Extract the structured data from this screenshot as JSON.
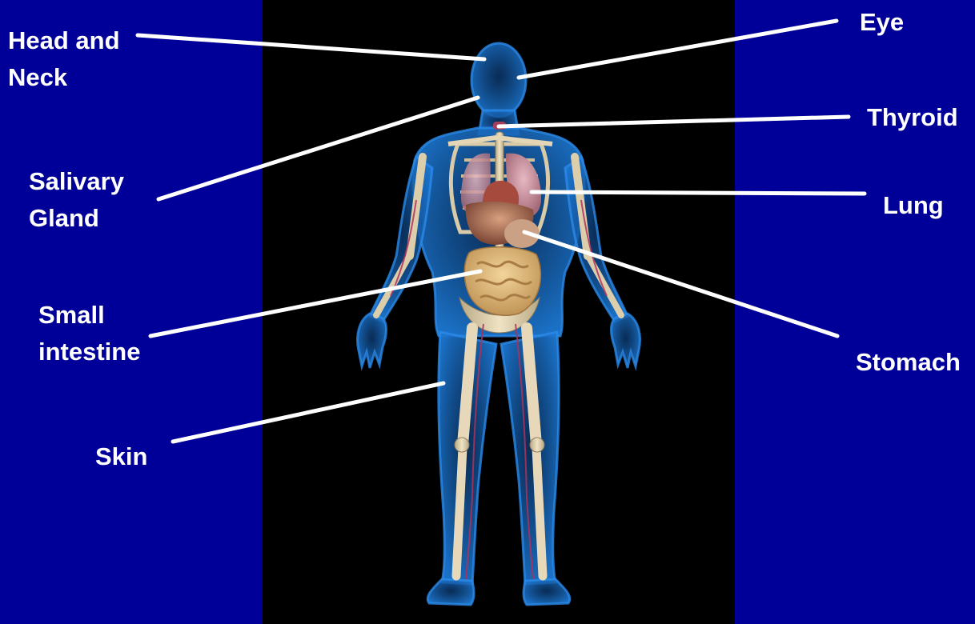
{
  "colors": {
    "slide_background": "#000099",
    "figure_background": "#000000",
    "label_text": "#ffffff",
    "body_glow": "#1e6fc0",
    "bone": "#d9caa8",
    "organ": "#c58a6a",
    "vessel": "#b0305a"
  },
  "labels": {
    "head_and_neck": "Head and\nNeck",
    "salivary_gland": "Salivary\nGland",
    "small_intestine": "Small\nintestine",
    "skin": "Skin",
    "eye": "Eye",
    "thyroid": "Thyroid",
    "lung": "Lung",
    "stomach": "Stomach"
  }
}
